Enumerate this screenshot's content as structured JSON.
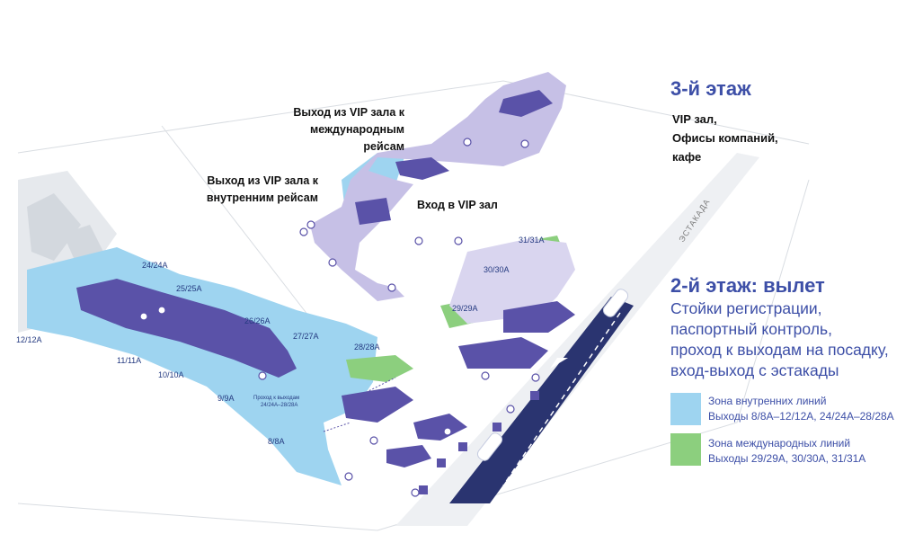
{
  "floor3": {
    "title": "3-й этаж",
    "description_lines": [
      "VIP зал,",
      "Офисы компаний,",
      "кафе"
    ]
  },
  "floor2": {
    "title": "2-й этаж: вылет",
    "description_lines": [
      "Стойки регистрации,",
      "паспортный контроль,",
      "проход к выходам на посадку,",
      "вход-выход с эстакады"
    ]
  },
  "legend": [
    {
      "color": "#9ed4f0",
      "lines": [
        "Зона внутренних линий",
        "Выходы 8/8A–12/12A, 24/24A–28/28A"
      ]
    },
    {
      "color": "#8ccf7e",
      "lines": [
        "Зона международных линий",
        "Выходы 29/29A, 30/30A, 31/31A"
      ]
    }
  ],
  "callouts": {
    "vip_international": [
      "Выход из VIP зала к",
      "международным",
      "рейсам"
    ],
    "vip_domestic": [
      "Выход из VIP зала к",
      "внутренним рейсам"
    ],
    "vip_entry": "Вход в VIP зал"
  },
  "gates": {
    "g24": "24/24A",
    "g25": "25/25A",
    "g26": "26/26A",
    "g27": "27/27A",
    "g28": "28/28A",
    "g29": "29/29A",
    "g30": "30/30A",
    "g31": "31/31A",
    "g12": "12/12A",
    "g11": "11/11A",
    "g10": "10/10A",
    "g9": "9/9A",
    "g8": "8/8A"
  },
  "road_label": "ЭСТАКАДА",
  "map_notes": {
    "passage": [
      "Проход к выходам",
      "24/24A–28/28A"
    ]
  },
  "colors": {
    "domestic_zone": "#9ed4f0",
    "international_zone": "#8ccf7e",
    "building": "#5a52a8",
    "floor3_zone": "#c6c0e6",
    "road": "#2a3470",
    "accent_text": "#3d4fa7"
  }
}
